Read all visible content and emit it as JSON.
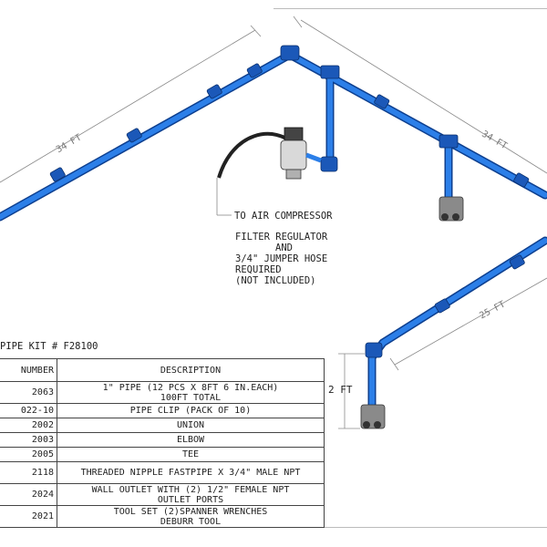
{
  "dimensions": {
    "top_left": "34 FT",
    "top_right": "34 FT",
    "right_lower": "25 FT",
    "drop": "2 FT"
  },
  "notes": {
    "compressor": "TO AIR COMPRESSOR",
    "filter_line1": "FILTER REGULATOR",
    "filter_line2": "AND",
    "filter_line3": "3/4\" JUMPER HOSE",
    "filter_line4": "REQUIRED",
    "filter_line5": "(NOT INCLUDED)"
  },
  "table": {
    "title": "PIPE KIT # F28100",
    "header_part": "NUMBER",
    "header_desc": "DESCRIPTION",
    "rows": [
      {
        "part": "2063",
        "desc1": "1\" PIPE (12 PCS X 8FT 6 IN.EACH)",
        "desc2": "100FT TOTAL"
      },
      {
        "part": "022-10",
        "desc1": "PIPE CLIP (PACK OF 10)",
        "desc2": ""
      },
      {
        "part": "2002",
        "desc1": "UNION",
        "desc2": ""
      },
      {
        "part": "2003",
        "desc1": "ELBOW",
        "desc2": ""
      },
      {
        "part": "2005",
        "desc1": "TEE",
        "desc2": ""
      },
      {
        "part": "2118",
        "desc1": "THREADED NIPPLE FASTPIPE X 3/4\" MALE NPT",
        "desc2": ""
      },
      {
        "part": "2024",
        "desc1": "WALL OUTLET WITH (2) 1/2\" FEMALE NPT",
        "desc2": "OUTLET PORTS"
      },
      {
        "part": "2021",
        "desc1": "TOOL SET (2)SPANNER WRENCHES",
        "desc2": "DEBURR TOOL"
      }
    ]
  },
  "colors": {
    "pipe": "#1f6fd6",
    "pipe_dark": "#0d3f8f",
    "fitting": "#2a5fae",
    "outlet_gray": "#8a8a8a"
  }
}
